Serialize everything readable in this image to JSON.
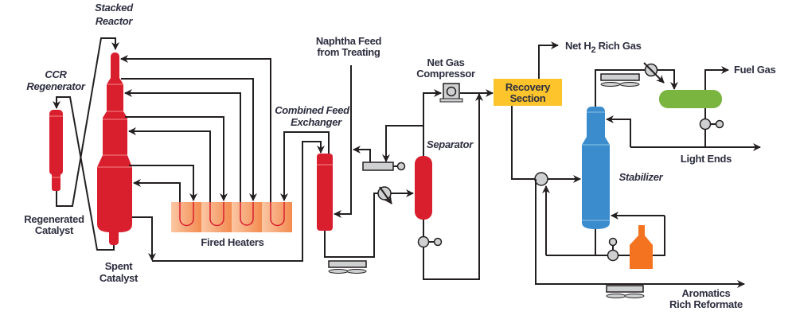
{
  "labels": {
    "stacked_reactor": [
      "Stacked",
      "Reactor"
    ],
    "ccr_regenerator": [
      "CCR",
      "Regenerator"
    ],
    "regenerated_catalyst": [
      "Regenerated",
      "Catalyst"
    ],
    "spent_catalyst": [
      "Spent",
      "Catalyst"
    ],
    "fired_heaters": "Fired Heaters",
    "combined_feed_exchanger": [
      "Combined Feed",
      "Exchanger"
    ],
    "naphtha_feed": [
      "Naphtha Feed",
      "from Treating"
    ],
    "net_gas_compressor": [
      "Net Gas",
      "Compressor"
    ],
    "separator": "Separator",
    "recovery_section": [
      "Recovery",
      "Section"
    ],
    "net_h2_rich_gas": {
      "prefix": "Net H",
      "subscript": "2",
      "suffix": " Rich Gas"
    },
    "fuel_gas": "Fuel Gas",
    "light_ends": "Light Ends",
    "stabilizer": "Stabilizer",
    "aromatics_rich_reformate": [
      "Aromatics",
      "Rich Reformate"
    ]
  },
  "colors": {
    "reactor": "#d91e2e",
    "heater": "#f7a36e",
    "recovery": "#fdc52b",
    "stabilizer": "#3b8ccc",
    "drum": "#7ab540",
    "reboiler": "#f47321",
    "equipment_gray": "#cfd0d2",
    "line": "#231f20"
  }
}
